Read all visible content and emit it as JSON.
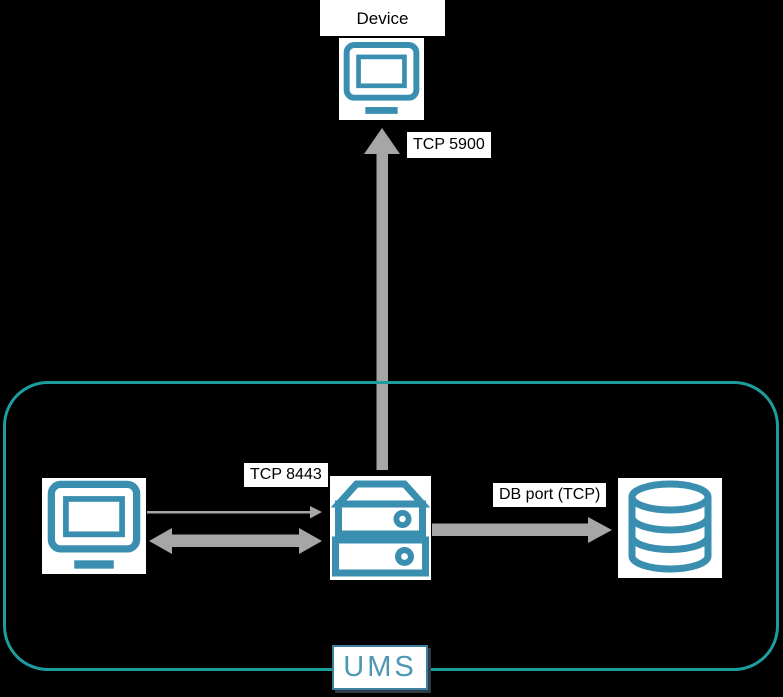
{
  "labels": {
    "device": "Device",
    "tcp_5900": "TCP 5900",
    "tcp_8443": "TCP 8443",
    "db_port": "DB port (TCP)",
    "ums": "UMS"
  },
  "nodes": [
    {
      "id": "device",
      "icon": "monitor-icon"
    },
    {
      "id": "admin-console",
      "icon": "monitor-icon"
    },
    {
      "id": "ums-server",
      "icon": "server-icon"
    },
    {
      "id": "database",
      "icon": "database-icon"
    }
  ],
  "connections": [
    {
      "label": "TCP 5900",
      "from": "ums-server",
      "to": "device",
      "direction": "up",
      "weight": "thick"
    },
    {
      "label": "TCP 8443",
      "from": "admin-console",
      "to": "ums-server",
      "direction": "right",
      "weight": "thin"
    },
    {
      "label": "",
      "from": "admin-console",
      "to": "ums-server",
      "direction": "bidirectional",
      "weight": "thick"
    },
    {
      "label": "DB port (TCP)",
      "from": "ums-server",
      "to": "database",
      "direction": "right",
      "weight": "thick"
    }
  ],
  "container": {
    "label": "UMS"
  },
  "colors": {
    "background": "#000000",
    "icon_teal": "#3A8FB0",
    "container_teal": "#1D9D9D",
    "arrow_gray": "#A6A6A6",
    "label_bg": "#FFFFFF",
    "label_text": "#000000",
    "ums_text": "#4E97B5",
    "ums_border": "#3E7EA1"
  }
}
